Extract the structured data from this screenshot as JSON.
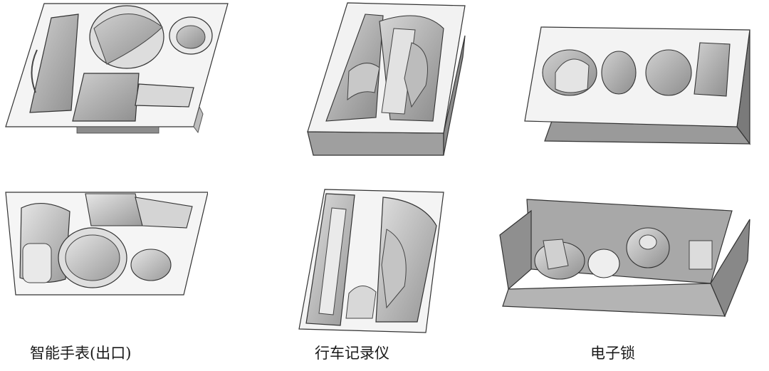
{
  "figure": {
    "captions": [
      {
        "id": "watch",
        "text": "智能手表(出口)"
      },
      {
        "id": "dashcam",
        "text": "行车记录仪"
      },
      {
        "id": "lock",
        "text": "电子锁"
      }
    ],
    "images": [
      {
        "name": "watch-tray-top-view-render"
      },
      {
        "name": "watch-tray-bottom-view-render"
      },
      {
        "name": "dashcam-tray-top-view-render"
      },
      {
        "name": "dashcam-tray-bottom-view-render"
      },
      {
        "name": "lock-tray-top-view-render"
      },
      {
        "name": "lock-tray-bottom-view-render"
      }
    ],
    "colors": {
      "surface": "#f4f4f4",
      "shade": "#9a9a9a",
      "deep_shade": "#7a7a7a",
      "line": "#333333"
    }
  }
}
